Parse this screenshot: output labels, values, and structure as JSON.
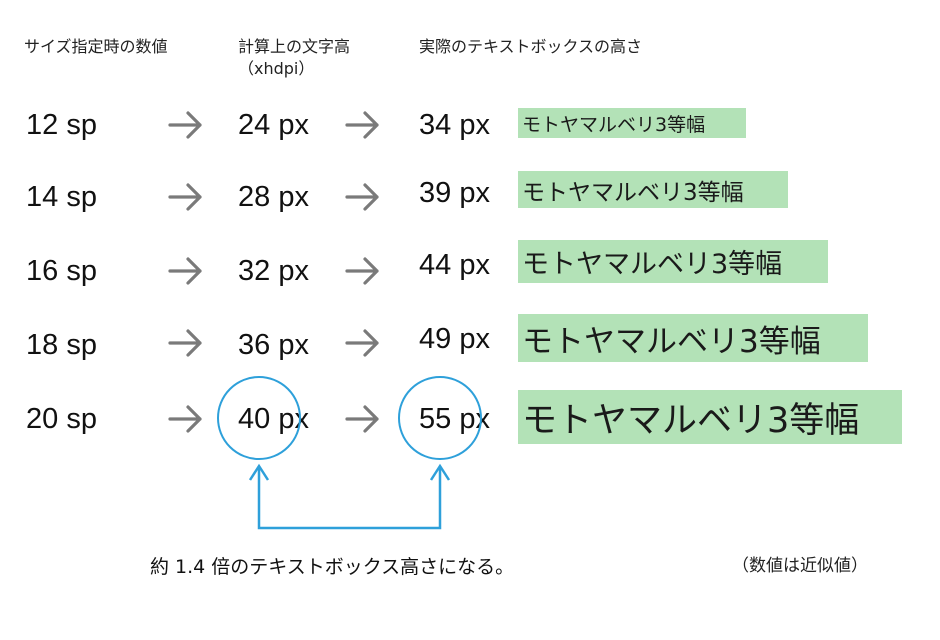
{
  "headers": {
    "sp": "サイズ指定時の数値",
    "px": "計算上の文字高",
    "px_sub": "（xhdpi）",
    "box": "実際のテキストボックスの高さ"
  },
  "rows": [
    {
      "sp": "12 sp",
      "px": "24 px",
      "box": "34 px",
      "sample": "モトヤマルベリ3等幅"
    },
    {
      "sp": "14 sp",
      "px": "28 px",
      "box": "39 px",
      "sample": "モトヤマルベリ3等幅"
    },
    {
      "sp": "16 sp",
      "px": "32 px",
      "box": "44 px",
      "sample": "モトヤマルベリ3等幅"
    },
    {
      "sp": "18 sp",
      "px": "36 px",
      "box": "49 px",
      "sample": "モトヤマルベリ3等幅"
    },
    {
      "sp": "20 sp",
      "px": "40 px",
      "box": "55 px",
      "sample": "モトヤマルベリ3等幅"
    }
  ],
  "note": "約 1.4 倍のテキストボックス高さになる。",
  "disclaimer": "（数値は近似値）",
  "colors": {
    "arrow": "#7a7a7a",
    "highlight_ring": "#2ea0da",
    "sample_bg": "#b3e2b7"
  },
  "icons": {
    "row_arrow": "right-arrow-icon",
    "connector": "bracket-arrows-icon"
  }
}
